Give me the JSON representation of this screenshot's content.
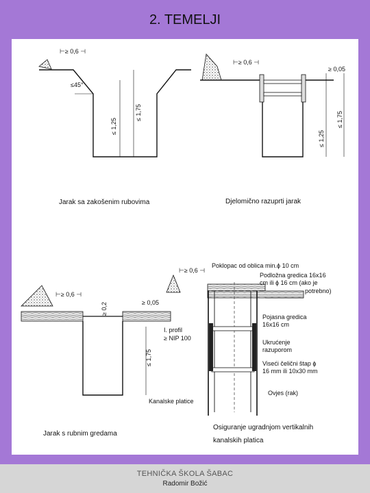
{
  "page": {
    "title": "2. TEMELJI"
  },
  "diagram": {
    "top_left": {
      "caption": "Jarak sa zakošenim rubovima",
      "dim_width": "⊢≥ 0,6 ⊣",
      "dim_angle": "≤45°",
      "dim_inner": "≤ 1,25",
      "dim_outer": "≤ 1,75"
    },
    "top_right": {
      "caption": "Djelomično razuprti jarak",
      "dim_width": "⊢≥ 0,6 ⊣",
      "dim_top": "≥ 0,05",
      "dim_inner": "≤ 1,25",
      "dim_outer": "≤ 1,75"
    },
    "bottom_left": {
      "caption": "Jarak s rubnim gredama",
      "dim_width": "⊢≥ 0,6 ⊣",
      "dim_beam": "≥ 0,2",
      "dim_top": "≥ 0,05",
      "dim_depth": "≤ 1,75",
      "profile_line1": "I. profil",
      "profile_line2": "≥ NIP 100",
      "sheets_label": "Kanalske platice"
    },
    "bottom_right": {
      "caption_line1": "Osiguranje ugradnjom vertikalnih",
      "caption_line2": "kanalskih platica",
      "dim_width": "⊢≥ 0,6 ⊣",
      "cover_line1": "Poklopac od oblica min.ϕ 10 cm",
      "beam_line1": "Podložna gredica 16x16",
      "beam_line2": "cm ili ϕ 16 cm (ako je",
      "beam_line3": "potrebno)",
      "belt_line1": "Pojasna gredica",
      "belt_line2": "16x16 cm",
      "strut_line1": "Ukrućenje",
      "strut_line2": "razuporom",
      "rod_line1": "Viseći čelični štap ϕ",
      "rod_line2": "16 mm ili 10x30 mm",
      "hanger": "Ovjes (rak)"
    }
  },
  "footer": {
    "school": "TEHNIČKA ŠKOLA ŠABAC",
    "author": "Radomir Božić"
  }
}
